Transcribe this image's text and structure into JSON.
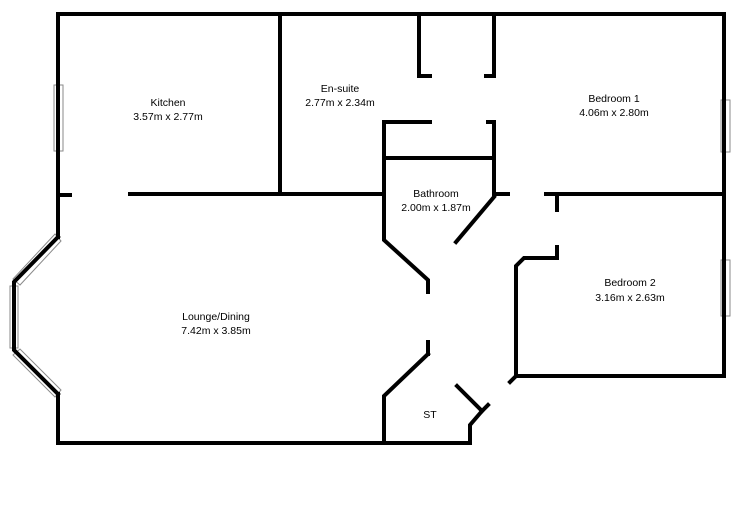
{
  "floorplan": {
    "rooms": [
      {
        "id": "kitchen",
        "name": "Kitchen",
        "dims": "3.57m x 2.77m"
      },
      {
        "id": "en-suite",
        "name": "En-suite",
        "dims": "2.77m x 2.34m"
      },
      {
        "id": "bedroom-1",
        "name": "Bedroom 1",
        "dims": "4.06m x 2.80m"
      },
      {
        "id": "bathroom",
        "name": "Bathroom",
        "dims": "2.00m x 1.87m"
      },
      {
        "id": "bedroom-2",
        "name": "Bedroom 2",
        "dims": "3.16m x 2.63m"
      },
      {
        "id": "lounge-dining",
        "name": "Lounge/Dining",
        "dims": "7.42m x 3.85m"
      },
      {
        "id": "store",
        "name": "ST",
        "dims": ""
      }
    ],
    "colors": {
      "wall": "#000000",
      "window_frame": "#8a8a8a",
      "background": "#ffffff"
    }
  }
}
